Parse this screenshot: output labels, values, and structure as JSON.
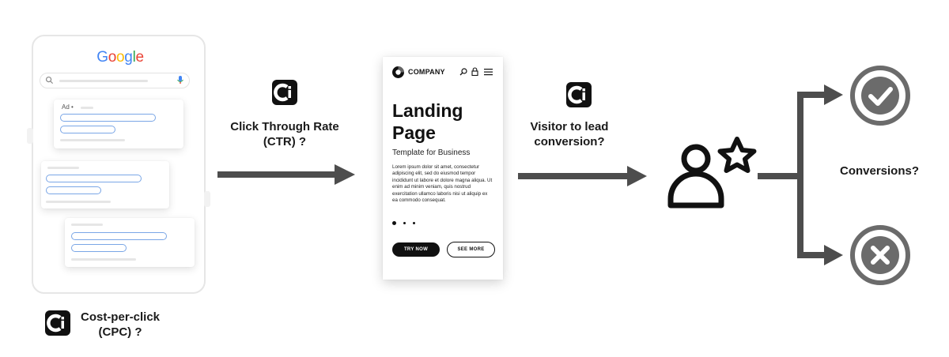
{
  "search_panel": {
    "logo_letters": [
      {
        "ch": "G",
        "color": "#4285F4"
      },
      {
        "ch": "o",
        "color": "#EA4335"
      },
      {
        "ch": "o",
        "color": "#FBBC05"
      },
      {
        "ch": "g",
        "color": "#4285F4"
      },
      {
        "ch": "l",
        "color": "#34A853"
      },
      {
        "ch": "e",
        "color": "#EA4335"
      }
    ],
    "ad_tag": "Ad •"
  },
  "labels": {
    "cpc": [
      "Cost-per-click",
      "(CPC) ?"
    ],
    "ctr": [
      "Click Through Rate",
      "(CTR) ?"
    ],
    "lead": [
      "Visitor to lead",
      "conversion?"
    ],
    "conversions": "Conversions?"
  },
  "landing": {
    "company": "COMPANY",
    "title_lines": [
      "Landing",
      "Page"
    ],
    "subtitle": "Template for Business",
    "body": "Lorem ipsum dolor sit amet, consectetur adipiscing elit, sed do eiusmod tempor incididunt ut labore et dolore magna aliqua. Ut enim ad minim veniam, quis nostrud exercitation ullamco laboris nisi ut aliquip ex ea commodo consequat.",
    "try_now": "TRY NOW",
    "see_more": "SEE MORE"
  },
  "colors": {
    "arrow": "#4d4d4d",
    "outcome": "#6b6b6b",
    "pill": "#7aa6e6"
  },
  "icons": [
    "search-icon",
    "mic-icon",
    "company-logo-icon",
    "lock-icon",
    "menu-icon",
    "user-icon",
    "star-icon",
    "check-circle-icon",
    "x-circle-icon"
  ]
}
